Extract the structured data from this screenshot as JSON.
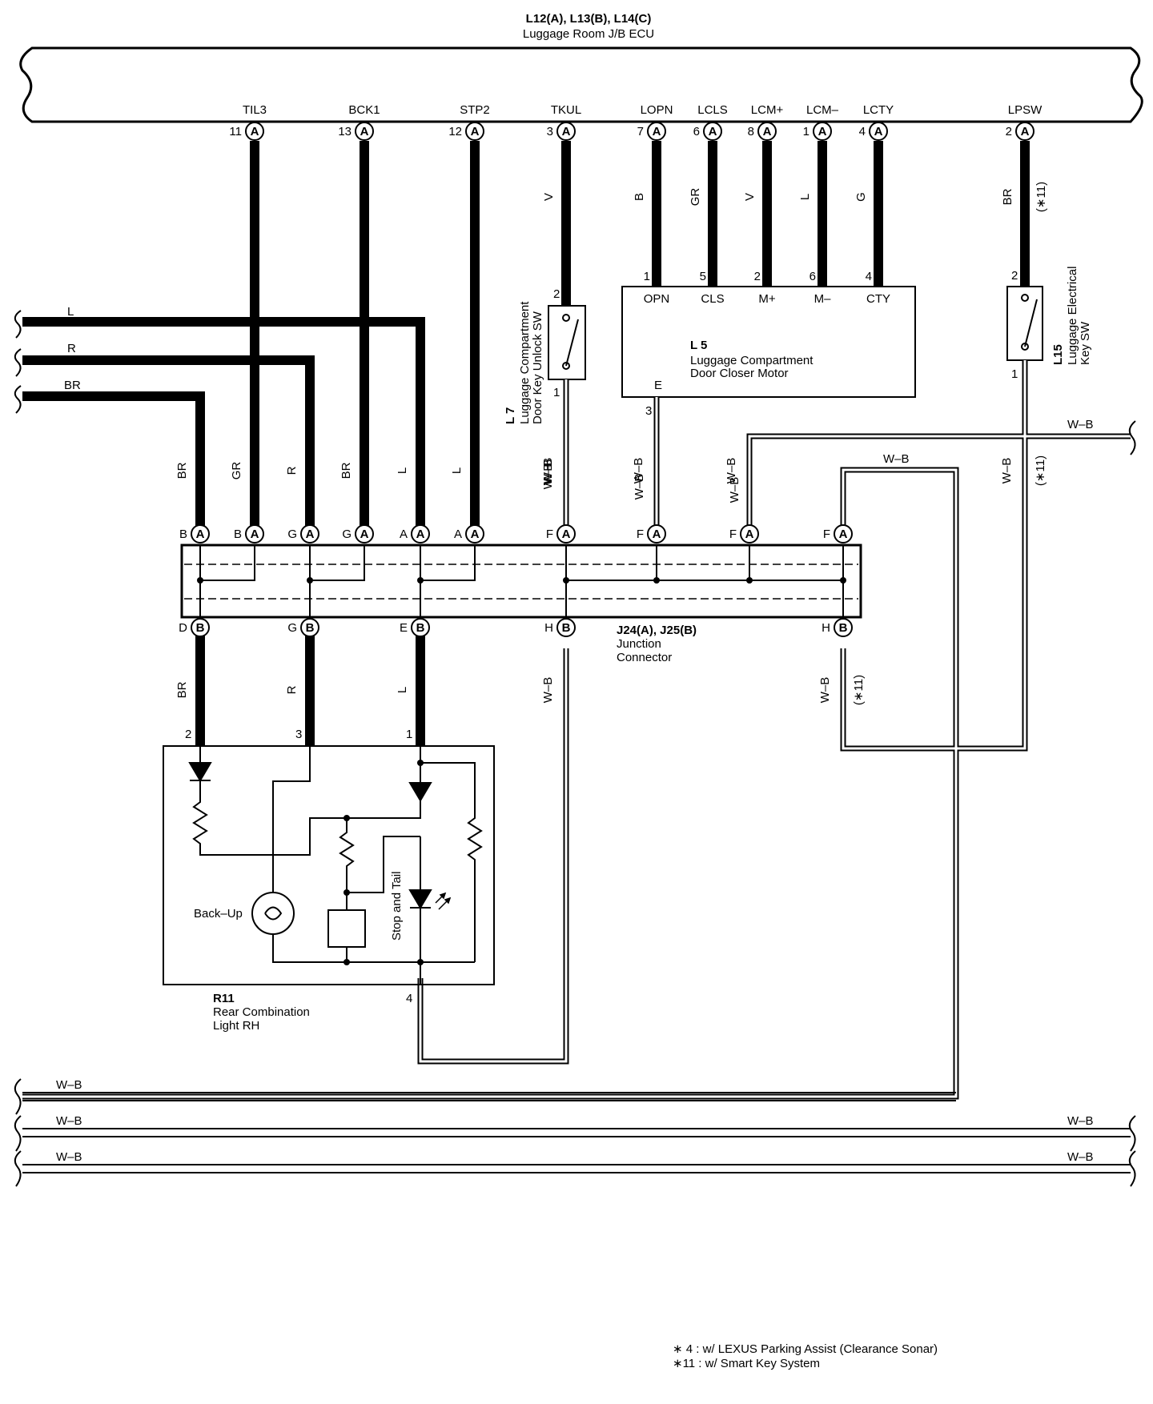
{
  "header": {
    "connectors_label": "L12(A), L13(B), L14(C)",
    "component_label": "Luggage Room J/B ECU"
  },
  "ecu_pins": [
    {
      "name": "TIL3",
      "pin": "11",
      "conn": "A",
      "wire": "",
      "heavy": true
    },
    {
      "name": "BCK1",
      "pin": "13",
      "conn": "A",
      "wire": "",
      "heavy": true
    },
    {
      "name": "STP2",
      "pin": "12",
      "conn": "A",
      "wire": "",
      "heavy": true
    },
    {
      "name": "TKUL",
      "pin": "3",
      "conn": "A",
      "wire": "V",
      "heavy": true
    },
    {
      "name": "LOPN",
      "pin": "7",
      "conn": "A",
      "wire": "B",
      "heavy": true
    },
    {
      "name": "LCLS",
      "pin": "6",
      "conn": "A",
      "wire": "GR",
      "heavy": true
    },
    {
      "name": "LCM+",
      "pin": "8",
      "conn": "A",
      "wire": "V",
      "heavy": true
    },
    {
      "name": "LCM–",
      "pin": "1",
      "conn": "A",
      "wire": "L",
      "heavy": true
    },
    {
      "name": "LCTY",
      "pin": "4",
      "conn": "A",
      "wire": "G",
      "heavy": true
    },
    {
      "name": "LPSW",
      "pin": "2",
      "conn": "A",
      "wire": "BR",
      "heavy": true,
      "note": "(∗11)"
    }
  ],
  "left_wires": [
    "L",
    "R",
    "BR"
  ],
  "junction": {
    "label_1": "J24(A), J25(B)",
    "label_2": "Junction",
    "label_3": "Connector",
    "top_pins": [
      {
        "pos": "B",
        "conn": "A",
        "wire": "BR"
      },
      {
        "pos": "B",
        "conn": "A",
        "wire": "GR"
      },
      {
        "pos": "G",
        "conn": "A",
        "wire": "R"
      },
      {
        "pos": "G",
        "conn": "A",
        "wire": "BR"
      },
      {
        "pos": "A",
        "conn": "A",
        "wire": "L"
      },
      {
        "pos": "A",
        "conn": "A",
        "wire": "L"
      },
      {
        "pos": "F",
        "conn": "A",
        "wire": "W–B"
      },
      {
        "pos": "F",
        "conn": "A",
        "wire": "W–B"
      },
      {
        "pos": "F",
        "conn": "A",
        "wire": "W–B"
      },
      {
        "pos": "F",
        "conn": "A",
        "wire": ""
      }
    ],
    "bottom_pins": [
      {
        "pos": "D",
        "conn": "B",
        "wire": "BR"
      },
      {
        "pos": "G",
        "conn": "B",
        "wire": "R"
      },
      {
        "pos": "E",
        "conn": "B",
        "wire": "L"
      },
      {
        "pos": "H",
        "conn": "B",
        "wire": "W–B"
      },
      {
        "pos": "H",
        "conn": "B",
        "wire": "W–B",
        "note": "(∗11)"
      }
    ]
  },
  "l7": {
    "id": "L 7",
    "line1": "Luggage Compartment",
    "line2": "Door Key Unlock SW",
    "pin_top": "2",
    "pin_bottom": "1"
  },
  "l5": {
    "id": "L 5",
    "line1": "Luggage Compartment",
    "line2": "Door Closer Motor",
    "terminals": [
      {
        "pin": "1",
        "label": "OPN"
      },
      {
        "pin": "5",
        "label": "CLS"
      },
      {
        "pin": "2",
        "label": "M+"
      },
      {
        "pin": "6",
        "label": "M–"
      },
      {
        "pin": "4",
        "label": "CTY"
      }
    ],
    "ground_label": "E",
    "ground_pin": "3"
  },
  "l15": {
    "id": "L15",
    "line1": "Luggage Electrical",
    "line2": "Key SW",
    "pin_top": "2",
    "pin_bottom": "1",
    "wire": "W–B",
    "note": "(∗11)"
  },
  "r11": {
    "id": "R11",
    "line1": "Rear Combination",
    "line2": "Light RH",
    "pins": [
      "2",
      "3",
      "1",
      "4"
    ],
    "backup_label": "Back–Up",
    "stoptail_label": "Stop and Tail"
  },
  "ground_bus": {
    "right_top": "W–B",
    "inner": "W–B",
    "bus1": "W–B",
    "bus2_left": "W–B",
    "bus2_right": "W–B",
    "bus3_left": "W–B",
    "bus3_right": "W–B"
  },
  "footnotes": [
    "∗ 4 : w/ LEXUS Parking Assist (Clearance Sonar)",
    "∗11 : w/ Smart Key System"
  ]
}
